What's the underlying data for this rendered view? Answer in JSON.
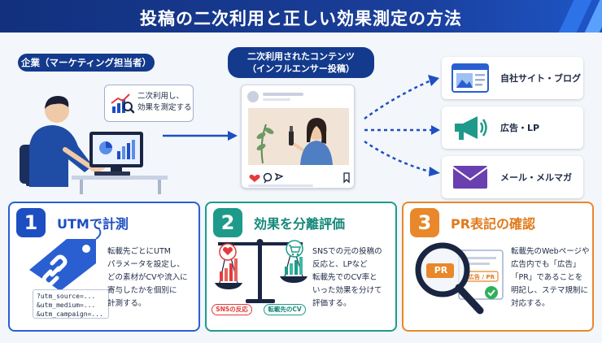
{
  "title": "投稿の二次利用と正しい効果測定の方法",
  "company": {
    "label": "企業（マーケティング担当者）",
    "bubble_lines": [
      "二次利用し、",
      "効果を測定する"
    ]
  },
  "content": {
    "label_lines": [
      "二次利用されたコンテンツ",
      "（インフルエンサー投稿）"
    ]
  },
  "destinations": [
    {
      "label": "自社サイト・ブログ",
      "icon": "browser-image-icon"
    },
    {
      "label": "広告・LP",
      "icon": "megaphone-icon"
    },
    {
      "label": "メール・メルマガ",
      "icon": "envelope-icon"
    }
  ],
  "panels": [
    {
      "number": "1",
      "heading": "UTMで計測",
      "body": [
        "転載先ごとにUTM",
        "パラメータを設定し、",
        "どの素材がCVや流入に",
        "寄与したかを個別に",
        "計測する。"
      ],
      "utm": [
        "?utm_source=...",
        "&utm_medium=...",
        "&utm_campaign=..."
      ]
    },
    {
      "number": "2",
      "heading": "効果を分離評価",
      "body": [
        "SNSでの元の投稿の",
        "反応と、LPなど",
        "転載先でのCV率と",
        "いった効果を分けて",
        "評価する。"
      ],
      "scale_left": "SNSの反応",
      "scale_right": "転載先のCV"
    },
    {
      "number": "3",
      "heading": "PR表記の確認",
      "body": [
        "転載先のWebページや",
        "広告内でも「広告」",
        "「PR」であることを",
        "明記し、ステマ規制に",
        "対応する。"
      ],
      "pr_badge": "PR",
      "pr_label": "広告 / PR"
    }
  ],
  "colors": {
    "navy": "#133a8c",
    "blue": "#1d4fc2",
    "teal": "#1e9a8a",
    "orange": "#e8882a"
  }
}
